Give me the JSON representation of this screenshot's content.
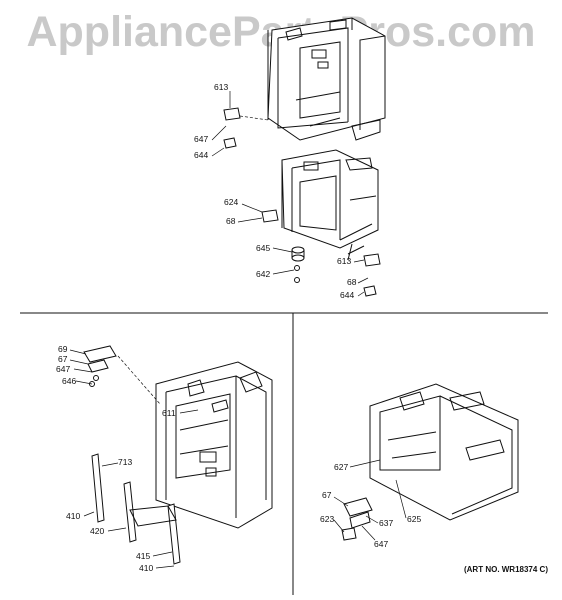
{
  "watermark": "AppliancePartsPros.com",
  "art_number": "(ART NO. WR18374 C)",
  "callouts": {
    "top": [
      "613",
      "647",
      "644",
      "624",
      "68",
      "645",
      "642",
      "613",
      "68",
      "644"
    ],
    "left": [
      "69",
      "67",
      "647",
      "646",
      "611",
      "713",
      "410",
      "420",
      "415",
      "410"
    ],
    "right": [
      "627",
      "67",
      "623",
      "637",
      "625",
      "647"
    ]
  }
}
